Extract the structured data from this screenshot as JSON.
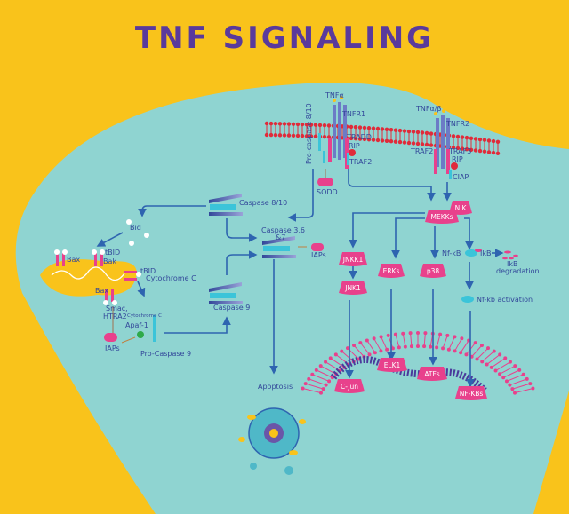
{
  "title": "TNF SIGNALING",
  "colors": {
    "background": "#F9C31B",
    "cell": "#8FD4D1",
    "accent": "#E8418C",
    "text": "#33489A",
    "title": "#5A3A9C",
    "arrow": "#2E64B0"
  },
  "membrane": {
    "ligand1": "TNFα",
    "receptor1": "TNFR1",
    "tradd": "TRADD",
    "rip1": "RIP",
    "traf2_1": "TRAF2",
    "procaspase": "Pro-caspase 8/10",
    "sodd": "SODD",
    "ligand2": "TNFα/β",
    "receptor2": "TNFR2",
    "traf2_2": "TRAF2",
    "traf3": "TRAF3",
    "rip2": "RIP",
    "ciap": "CIAP"
  },
  "caspases": {
    "c810": "Caspase 8/10",
    "c3": "Caspase 3,6",
    "c3b": "&7",
    "c9": "Caspase 9",
    "iaps": "IAPs",
    "apoptosis": "Apoptosis"
  },
  "mito": {
    "bid": "Bid",
    "tbid1": "tBID",
    "bax1": "Bax",
    "bak": "Bak",
    "tbid2": "tBID",
    "cytc": "Cytochrome C",
    "bax2": "Bax",
    "smac": "Smac,",
    "htra2": "HTRA2",
    "cytc2": "Cytochrome C",
    "apaf": "Apaf-1",
    "iaps": "IAPs",
    "procasp9": "Pro-Caspase 9"
  },
  "kinases": {
    "mekks": "MEKKs",
    "nik": "NIK",
    "jnkk1": "JNKK1",
    "jnk1": "JNK1",
    "erks": "ERKs",
    "p38": "p38",
    "nfkb": "Nf-kB",
    "ikb": "IkB",
    "ikb_deg1": "IkB",
    "ikb_deg2": "degradation",
    "nfkb_act": "Nf-kb activation"
  },
  "nucleus": {
    "cjun": "C-Jun",
    "elk1": "ELK1",
    "atfs": "ATFs",
    "nfkbs": "NF-KBs"
  }
}
